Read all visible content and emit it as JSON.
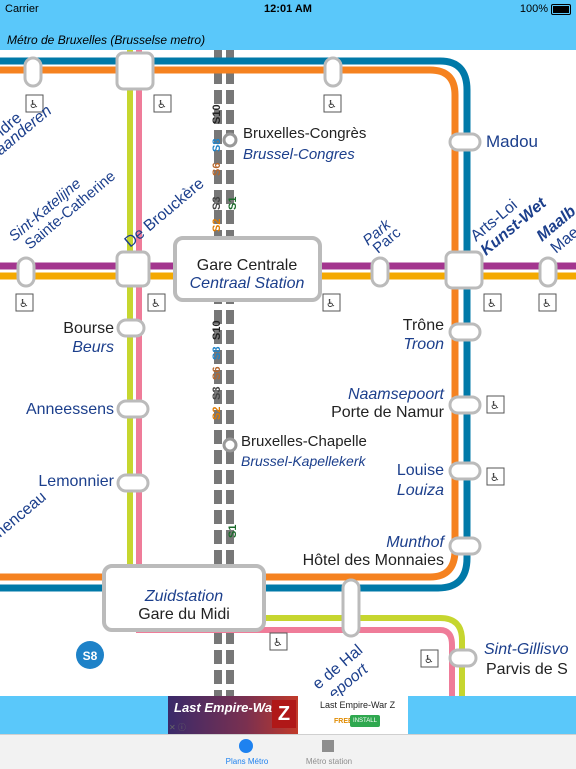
{
  "status_bar": {
    "carrier": "Carrier",
    "time": "12:01 AM",
    "battery": "100%"
  },
  "title_bar": {
    "title": "Métro de Bruxelles (Brusselse metro)"
  },
  "map": {
    "stations": {
      "bruxelles_congres_fr": "Bruxelles-Congrès",
      "bruxelles_congres_nl": "Brussel-Congres",
      "madou": "Madou",
      "sint_katelijne": "Sint-Katelijne",
      "sainte_catherine": "Sainte-Catherine",
      "de_brouckere": "De Brouckère",
      "vlaanderen_partial": "laanderen",
      "flandre_partial": "ndre",
      "gare_centrale_fr": "Gare Centrale",
      "gare_centrale_nl": "Centraal Station",
      "park": "Park",
      "parc": "Parc",
      "arts_loi": "Arts-Loi",
      "kunst_wet": "Kunst-Wet",
      "maalbeek_partial": "Maalb",
      "maelbeek_partial": "Mae",
      "bourse": "Bourse",
      "beurs": "Beurs",
      "trone": "Trône",
      "troon": "Troon",
      "anneessens": "Anneessens",
      "naamsepoort": "Naamsepoort",
      "porte_de_namur": "Porte de Namur",
      "bruxelles_chapelle_fr": "Bruxelles-Chapelle",
      "bruxelles_chapelle_nl": "Brussel-Kapellekerk",
      "lemonnier": "Lemonnier",
      "louise": "Louise",
      "louiza": "Louiza",
      "clemenceau_partial": "nenceau",
      "munthof": "Munthof",
      "hotel_des_monnaies": "Hôtel des Monnaies",
      "zuidstation": "Zuidstation",
      "gare_du_midi": "Gare du Midi",
      "sint_gillis_partial": "Sint-Gillisvo",
      "parvis_partial": "Parvis de S",
      "halle_partial": "e de Hal",
      "hallepoort_partial": "epoort"
    },
    "rail_labels": {
      "s52": "S2",
      "s53": "S3",
      "s56": "S6",
      "s58": "S8",
      "s510": "S10",
      "s51": "S1"
    },
    "badge_s8": "S8",
    "colors": {
      "orange_line": "#f58220",
      "blue_line": "#0079a8",
      "purple_line": "#a3358e",
      "yellow_line": "#f4a900",
      "pink_line": "#ef7c99",
      "lime_line": "#c6d62f",
      "rail": "#777777",
      "label_blue": "#1c3f8c"
    }
  },
  "ad": {
    "art_text": "Last Empire-War",
    "art_letter": "Z",
    "title": "Last Empire-War Z",
    "free": "FREE",
    "install": "INSTALL",
    "close": "✕ ⓘ"
  },
  "tab_bar": {
    "tabs": [
      {
        "label": "Plans Métro",
        "icon": "map-circle-icon",
        "active": true
      },
      {
        "label": "Métro station",
        "icon": "station-square-icon",
        "active": false
      }
    ]
  }
}
